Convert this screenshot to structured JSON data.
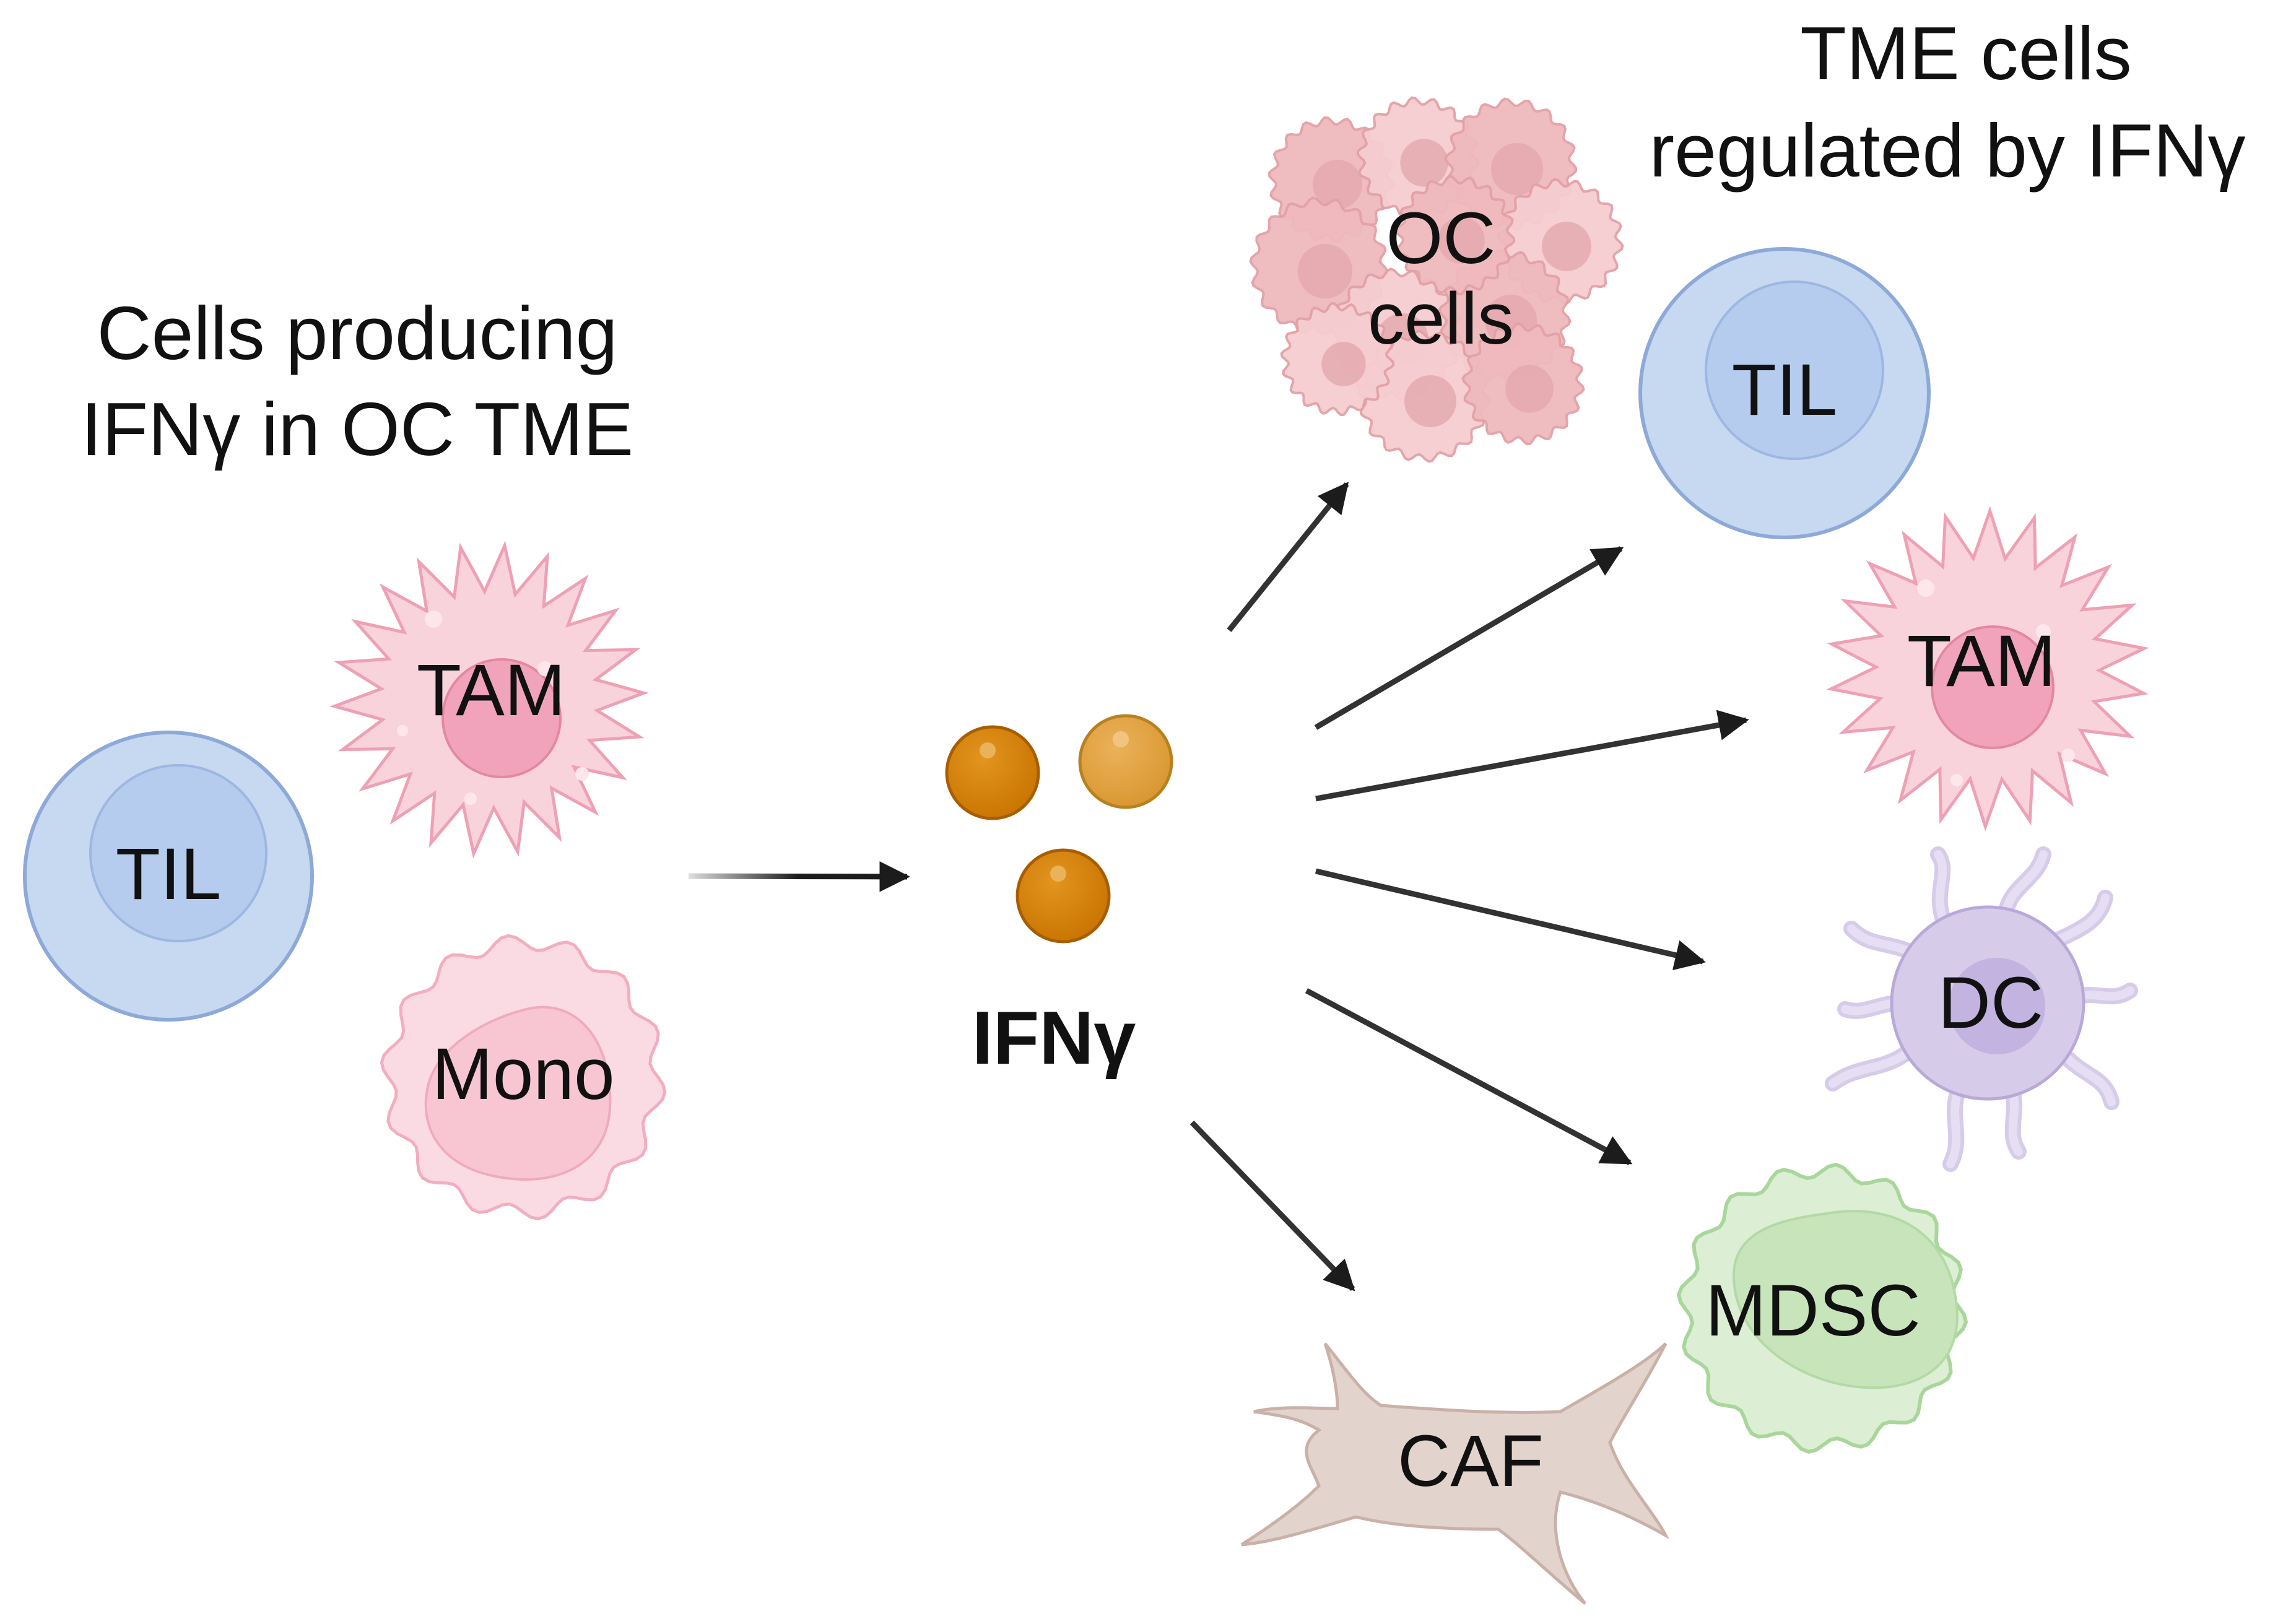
{
  "headings": {
    "producers_line1": "Cells producing",
    "producers_line2": "IFNγ in OC TME",
    "targets_line1": "TME cells",
    "targets_line2": "regulated by IFNγ"
  },
  "producer_cells": {
    "til": "TIL",
    "tam": "TAM",
    "mono": "Mono"
  },
  "cytokine": {
    "label": "IFNγ"
  },
  "target_cells": {
    "oc_line1": "OC",
    "oc_line2": "cells",
    "til": "TIL",
    "tam": "TAM",
    "dc": "DC",
    "mdsc": "MDSC",
    "caf": "CAF"
  },
  "colors": {
    "til_fill": "#c7d8f1",
    "til_stroke": "#8da9d8",
    "tam_fill": "#f9d3dc",
    "tam_nucleus": "#f0a3bb",
    "mono_fill": "#fbdbe3",
    "oc_fill": "#f3c3c6",
    "dc_fill": "#d6cce9",
    "mdsc_fill": "#dcefd4",
    "caf_fill": "#e2d3cd",
    "ifn_dark": "#d17f06",
    "ifn_light": "#e1a03e",
    "arrow": "#1c1c1c"
  }
}
